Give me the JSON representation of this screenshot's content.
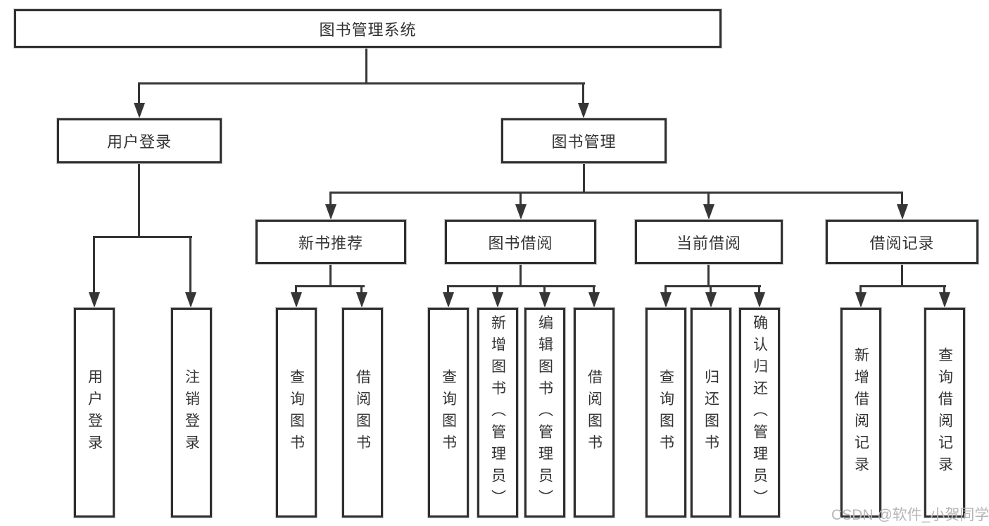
{
  "tree": {
    "label": "图书管理系统",
    "children": [
      {
        "label": "用户登录",
        "children": [
          {
            "label": "用户登录"
          },
          {
            "label": "注销登录"
          }
        ]
      },
      {
        "label": "图书管理",
        "children": [
          {
            "label": "新书推荐",
            "children": [
              {
                "label": "查询图书"
              },
              {
                "label": "借阅图书"
              }
            ]
          },
          {
            "label": "图书借阅",
            "children": [
              {
                "label": "查询图书"
              },
              {
                "label": "新增图书（管理员）"
              },
              {
                "label": "编辑图书（管理员）"
              },
              {
                "label": "借阅图书"
              }
            ]
          },
          {
            "label": "当前借阅",
            "children": [
              {
                "label": "查询图书"
              },
              {
                "label": "归还图书"
              },
              {
                "label": "确认归还（管理员）"
              }
            ]
          },
          {
            "label": "借阅记录",
            "children": [
              {
                "label": "新增借阅记录"
              },
              {
                "label": "查询借阅记录"
              }
            ]
          }
        ]
      }
    ]
  },
  "watermark": "CSDN @软件_小贺同学",
  "colors": {
    "line": "#363636",
    "box_border": "#2f2f2f",
    "text": "#333333",
    "watermark": "#b6b6ba",
    "background": "#ffffff"
  }
}
